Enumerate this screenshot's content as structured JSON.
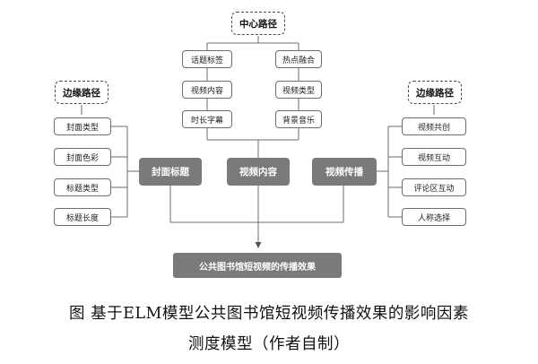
{
  "center_path": {
    "label": "中心路径",
    "left_column": [
      "话题标签",
      "视频内容",
      "时长字幕"
    ],
    "right_column": [
      "热点融合",
      "视频类型",
      "背景音乐"
    ]
  },
  "left_path": {
    "label": "边缘路径",
    "items": [
      "封面类型",
      "封面色彩",
      "标题类型",
      "标题长度"
    ]
  },
  "right_path": {
    "label": "边缘路径",
    "items": [
      "视频共创",
      "视频互动",
      "评论区互动",
      "人称选择"
    ]
  },
  "factors": [
    "封面标题",
    "视频内容",
    "视频传播"
  ],
  "outcome": "公共图书馆短视频的传播效果",
  "caption": {
    "line1": "图 基于ELM模型公共图书馆短视频传播效果的影响因素",
    "line2": "测度模型（作者自制）"
  }
}
